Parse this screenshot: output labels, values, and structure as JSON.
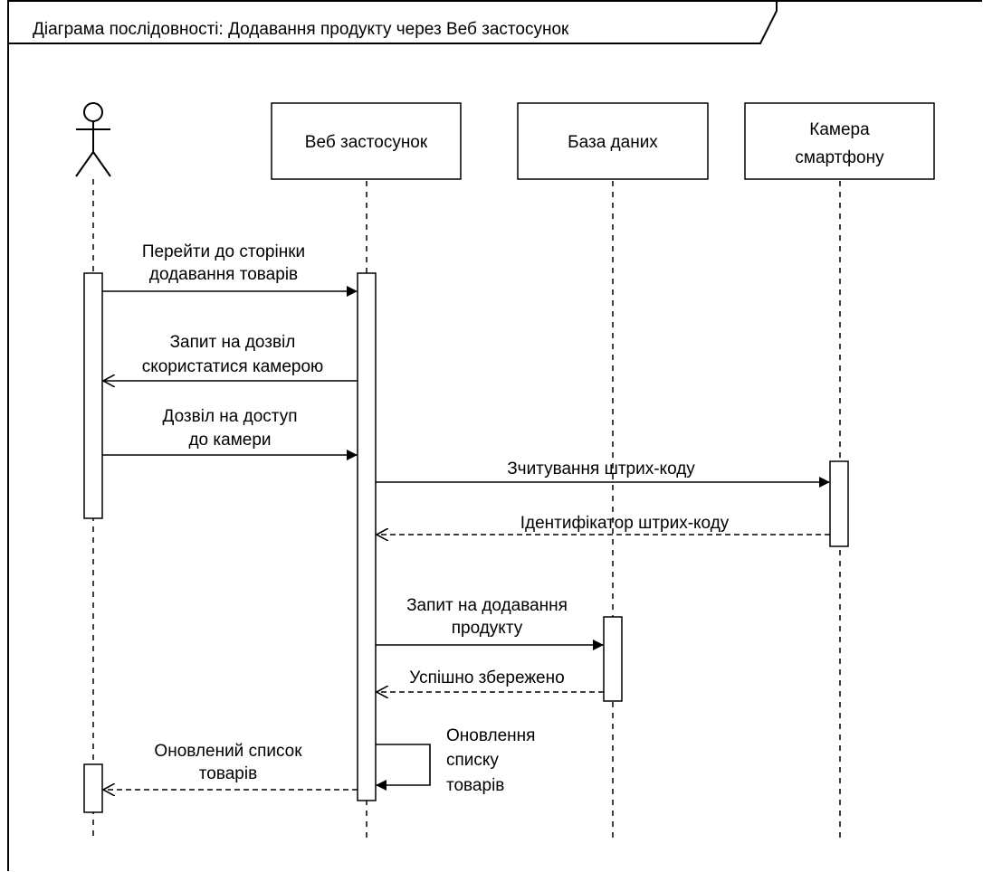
{
  "frame": {
    "title": "Діаграма послідовності: Додавання продукту через Веб застосунок"
  },
  "participants": [
    {
      "id": "user",
      "kind": "actor",
      "label": ""
    },
    {
      "id": "web",
      "kind": "box",
      "label": [
        "Веб застосунок"
      ]
    },
    {
      "id": "db",
      "kind": "box",
      "label": [
        "База даних"
      ]
    },
    {
      "id": "cam",
      "kind": "box",
      "label": [
        "Камера",
        "смартфону"
      ]
    }
  ],
  "messages": [
    {
      "from": "user",
      "to": "web",
      "type": "sync",
      "label": [
        "Перейти до сторінки",
        "додавання товарів"
      ]
    },
    {
      "from": "web",
      "to": "user",
      "type": "async",
      "label": [
        "Запит на дозвіл",
        "скористатися камерою"
      ]
    },
    {
      "from": "user",
      "to": "web",
      "type": "sync",
      "label": [
        "Дозвіл на доступ",
        "до камери"
      ]
    },
    {
      "from": "web",
      "to": "cam",
      "type": "sync",
      "label": [
        "Зчитування штрих-коду"
      ]
    },
    {
      "from": "cam",
      "to": "web",
      "type": "return",
      "label": [
        "Ідентифікатор штрих-коду"
      ]
    },
    {
      "from": "web",
      "to": "db",
      "type": "sync",
      "label": [
        "Запит на додавання",
        "продукту"
      ]
    },
    {
      "from": "db",
      "to": "web",
      "type": "return",
      "label": [
        "Успішно збережено"
      ]
    },
    {
      "from": "web",
      "to": "web",
      "type": "self",
      "label": [
        "Оновлення",
        "списку",
        "товарів"
      ]
    },
    {
      "from": "web",
      "to": "user",
      "type": "return",
      "label": [
        "Оновлений список",
        "товарів"
      ]
    }
  ]
}
